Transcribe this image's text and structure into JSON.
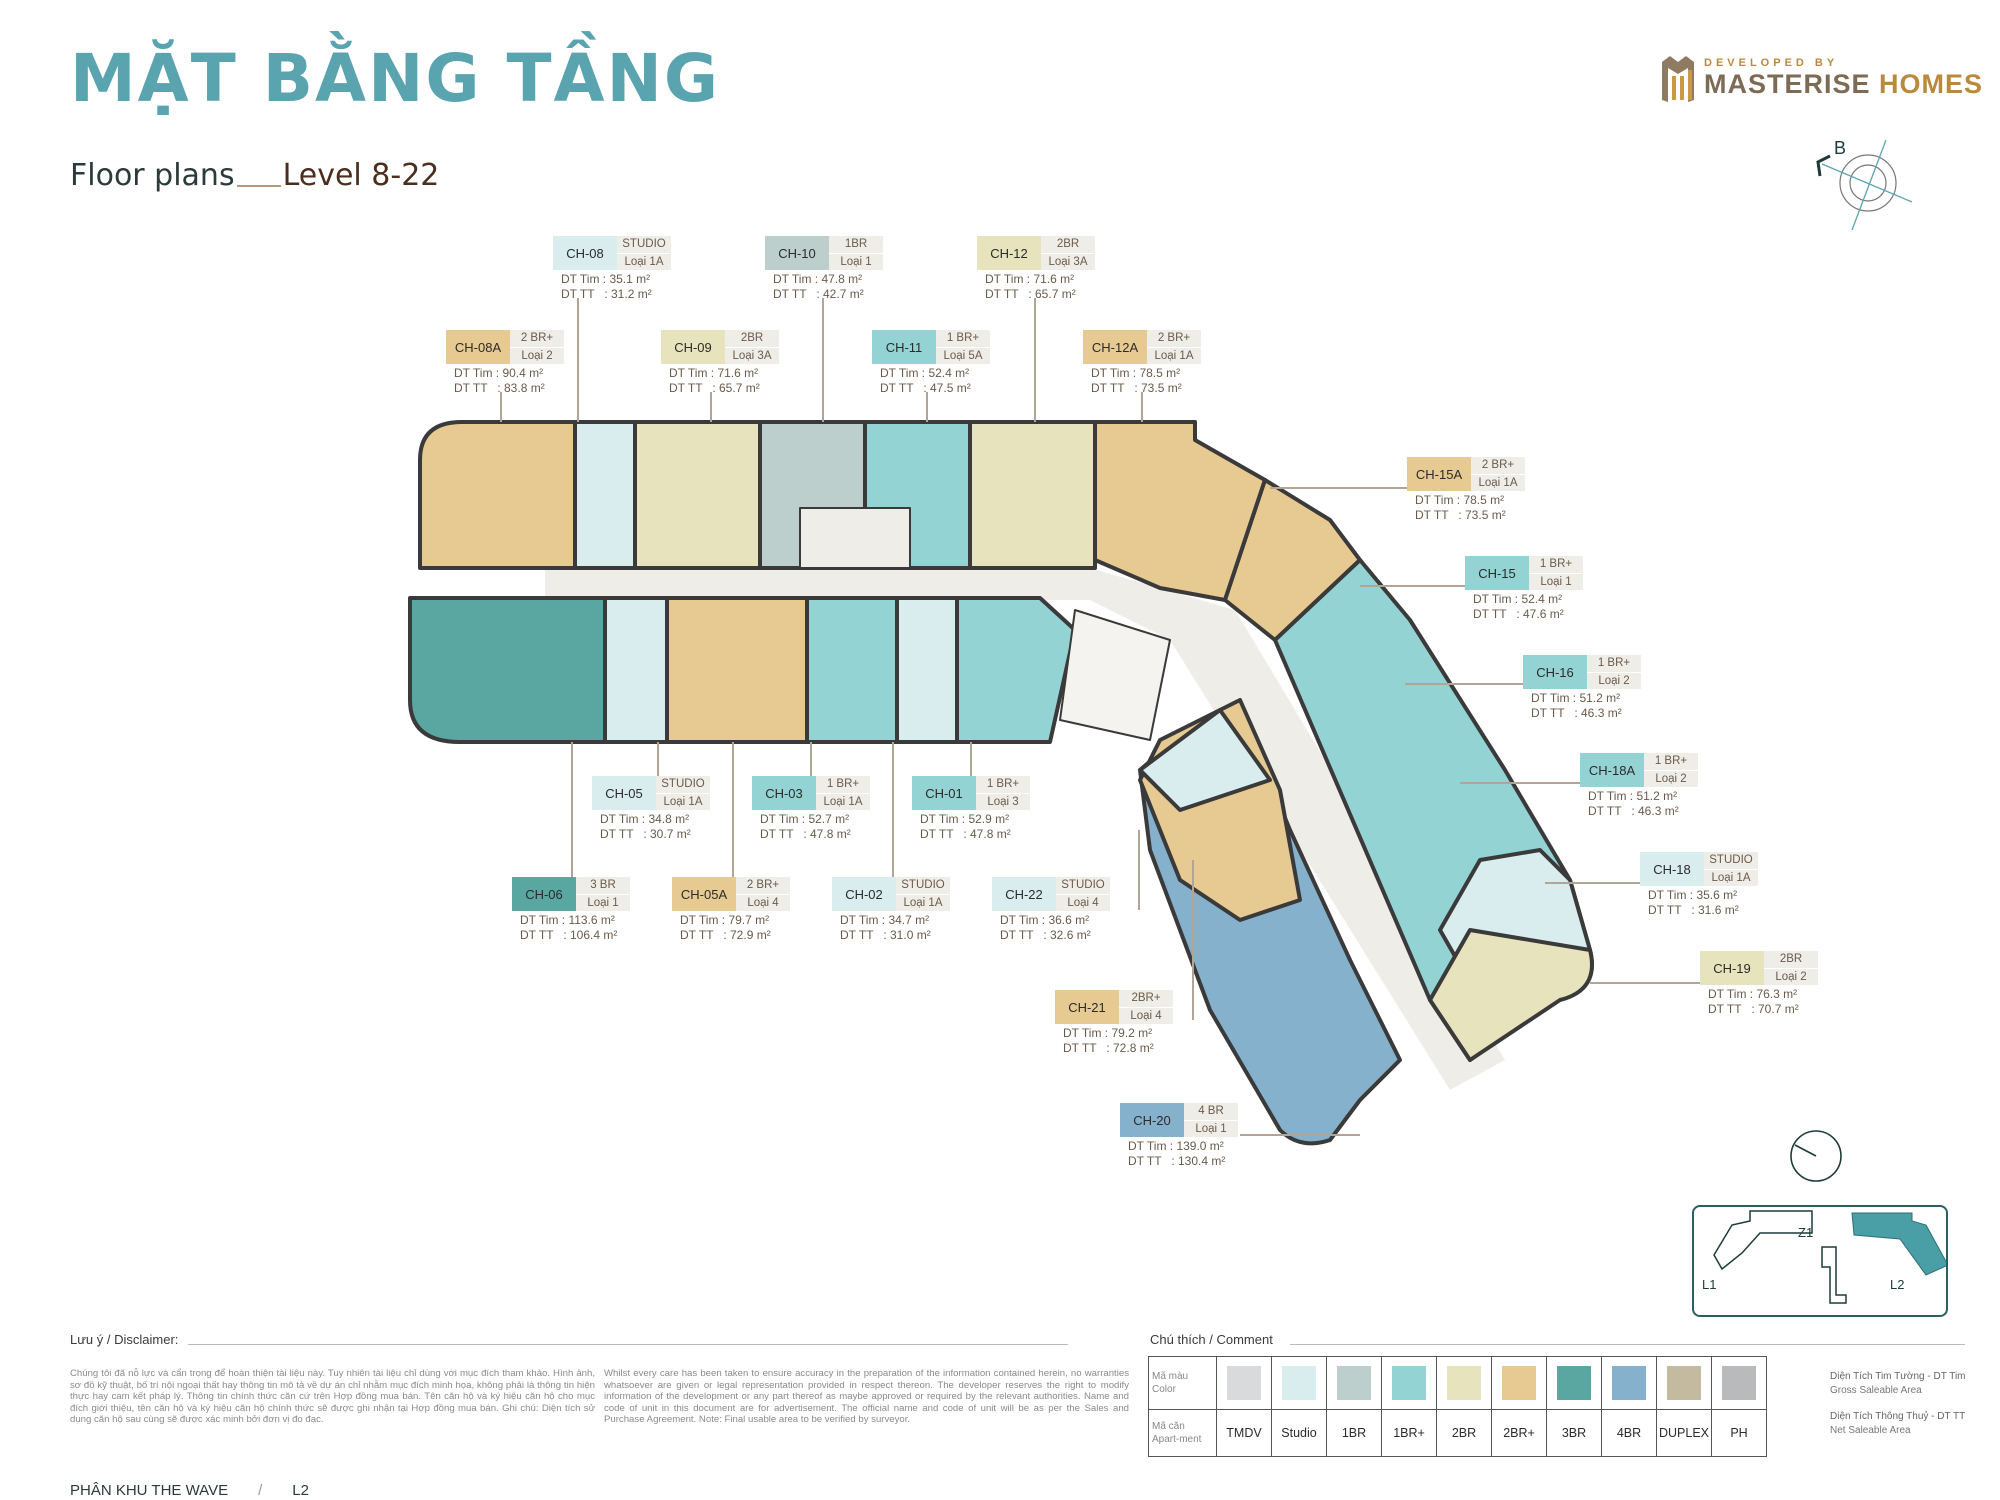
{
  "header": {
    "title": "MẶT BẰNG TẦNG",
    "subtitle_left": "Floor plans",
    "subtitle_right": "Level 8-22",
    "logo_small": "DEVELOPED BY",
    "logo_name_a": "MASTERISE",
    "logo_name_b": " HOMES",
    "compass_label": "B"
  },
  "colors": {
    "TMDV": "#d9dadb",
    "Studio": "#d9edee",
    "1BR": "#bccfcc",
    "1BR+": "#94d3d4",
    "2BR": "#e6e3bd",
    "2BR+": "#e7c992",
    "3BR": "#5aa6a0",
    "4BR": "#86b1cc",
    "DUPLEX": "#c4baa0",
    "PH": "#b9babc",
    "title": "#5aa4b0",
    "corridor": "#efede8"
  },
  "units": [
    {
      "code": "CH-08",
      "type": "STUDIO",
      "loai": "Loại 1A",
      "tim": "DT Tim : 35.1 m²",
      "tt": "DT TT   : 31.2 m²",
      "cat": "Studio"
    },
    {
      "code": "CH-10",
      "type": "1BR",
      "loai": "Loại 1",
      "tim": "DT Tim : 47.8 m²",
      "tt": "DT TT   : 42.7 m²",
      "cat": "1BR"
    },
    {
      "code": "CH-12",
      "type": "2BR",
      "loai": "Loại 3A",
      "tim": "DT Tim : 71.6 m²",
      "tt": "DT TT   : 65.7 m²",
      "cat": "2BR"
    },
    {
      "code": "CH-08A",
      "type": "2 BR+",
      "loai": "Loại 2",
      "tim": "DT Tim : 90.4 m²",
      "tt": "DT TT   : 83.8 m²",
      "cat": "2BR+"
    },
    {
      "code": "CH-09",
      "type": "2BR",
      "loai": "Loại 3A",
      "tim": "DT Tim : 71.6 m²",
      "tt": "DT TT   : 65.7 m²",
      "cat": "2BR"
    },
    {
      "code": "CH-11",
      "type": "1 BR+",
      "loai": "Loại 5A",
      "tim": "DT Tim : 52.4 m²",
      "tt": "DT TT   : 47.5 m²",
      "cat": "1BR+"
    },
    {
      "code": "CH-12A",
      "type": "2 BR+",
      "loai": "Loại 1A",
      "tim": "DT Tim : 78.5 m²",
      "tt": "DT TT   : 73.5 m²",
      "cat": "2BR+"
    },
    {
      "code": "CH-15A",
      "type": "2 BR+",
      "loai": "Loại 1A",
      "tim": "DT Tim : 78.5 m²",
      "tt": "DT TT   : 73.5 m²",
      "cat": "2BR+"
    },
    {
      "code": "CH-15",
      "type": "1 BR+",
      "loai": "Loại 1",
      "tim": "DT Tim : 52.4 m²",
      "tt": "DT TT   : 47.6 m²",
      "cat": "1BR+"
    },
    {
      "code": "CH-16",
      "type": "1 BR+",
      "loai": "Loại 2",
      "tim": "DT Tim : 51.2 m²",
      "tt": "DT TT   : 46.3 m²",
      "cat": "1BR+"
    },
    {
      "code": "CH-18A",
      "type": "1 BR+",
      "loai": "Loại 2",
      "tim": "DT Tim : 51.2 m²",
      "tt": "DT TT   : 46.3 m²",
      "cat": "1BR+"
    },
    {
      "code": "CH-18",
      "type": "STUDIO",
      "loai": "Loại 1A",
      "tim": "DT Tim : 35.6 m²",
      "tt": "DT TT   : 31.6 m²",
      "cat": "Studio"
    },
    {
      "code": "CH-19",
      "type": "2BR",
      "loai": "Loại 2",
      "tim": "DT Tim : 76.3 m²",
      "tt": "DT TT   : 70.7 m²",
      "cat": "2BR"
    },
    {
      "code": "CH-05",
      "type": "STUDIO",
      "loai": "Loại 1A",
      "tim": "DT Tim : 34.8 m²",
      "tt": "DT TT   : 30.7 m²",
      "cat": "Studio"
    },
    {
      "code": "CH-03",
      "type": "1 BR+",
      "loai": "Loại 1A",
      "tim": "DT Tim : 52.7 m²",
      "tt": "DT TT   : 47.8 m²",
      "cat": "1BR+"
    },
    {
      "code": "CH-01",
      "type": "1 BR+",
      "loai": "Loại 3",
      "tim": "DT Tim : 52.9 m²",
      "tt": "DT TT   : 47.8 m²",
      "cat": "1BR+"
    },
    {
      "code": "CH-06",
      "type": "3 BR",
      "loai": "Loại 1",
      "tim": "DT Tim : 113.6 m²",
      "tt": "DT TT   : 106.4 m²",
      "cat": "3BR"
    },
    {
      "code": "CH-05A",
      "type": "2 BR+",
      "loai": "Loại 4",
      "tim": "DT Tim : 79.7 m²",
      "tt": "DT TT   : 72.9 m²",
      "cat": "2BR+"
    },
    {
      "code": "CH-02",
      "type": "STUDIO",
      "loai": "Loại 1A",
      "tim": "DT Tim : 34.7 m²",
      "tt": "DT TT   : 31.0 m²",
      "cat": "Studio"
    },
    {
      "code": "CH-22",
      "type": "STUDIO",
      "loai": "Loại 4",
      "tim": "DT Tim : 36.6 m²",
      "tt": "DT TT   : 32.6 m²",
      "cat": "Studio"
    },
    {
      "code": "CH-21",
      "type": "2BR+",
      "loai": "Loại 4",
      "tim": "DT Tim : 79.2 m²",
      "tt": "DT TT   : 72.8 m²",
      "cat": "2BR+"
    },
    {
      "code": "CH-20",
      "type": "4 BR",
      "loai": "Loại 1",
      "tim": "DT Tim : 139.0 m²",
      "tt": "DT TT   : 130.4 m²",
      "cat": "4BR"
    }
  ],
  "disclaimer": {
    "heading": "Lưu ý / Disclaimer:",
    "vi": "Chúng tôi đã nỗ lực và cẩn trọng để hoàn thiện tài liệu này. Tuy nhiên tài liệu chỉ dùng với mục đích tham khảo. Hình ảnh, sơ đồ kỹ thuật, bố trí nội ngoại thất hay thông tin mô tả về dự án chỉ nhằm mục đích minh họa, không phải là thông tin hiện thực hay cam kết pháp lý. Thông tin chính thức căn cứ trên Hợp đồng mua bán. Tên căn hộ và ký hiệu căn hộ cho mục đích giới thiệu, tên căn hộ và ký hiệu căn hộ chính thức sẽ được ghi nhận tại Hợp đồng mua bán. Ghi chú: Diện tích sử dụng căn hộ sau cùng sẽ được xác minh bởi đơn vị đo đạc.",
    "en": "Whilst every care has been taken to ensure accuracy in the preparation of the information contained herein, no warranties whatsoever are given or legal representation provided in respect thereon. The developer reserves the right to modify information of the development or any part thereof as maybe approved or required by the relevant authorities. Name and code of unit in this document are for advertisement. The official name and code of unit will be as per the Sales and Purchase Agreement. Note: Final usable area to be verified by surveyor."
  },
  "footer": {
    "zone": "PHÂN KHU THE WAVE",
    "sep": "/",
    "block": "L2"
  },
  "legend": {
    "heading": "Chú thích / Comment",
    "row1_vi": "Mã màu",
    "row1_en": "Color",
    "row2_vi": "Mã căn",
    "row2_en": "Apart-ment",
    "items": [
      "TMDV",
      "Studio",
      "1BR",
      "1BR+",
      "2BR",
      "2BR+",
      "3BR",
      "4BR",
      "DUPLEX",
      "PH"
    ],
    "def1_vi": "Diện Tích Tim Tường - DT Tim",
    "def1_en": "Gross Saleable Area",
    "def2_vi": "Diện Tích Thông Thuỷ - DT TT",
    "def2_en": "Net Saleable Area"
  },
  "keymap": {
    "labels": [
      "L1",
      "Z1",
      "L2"
    ],
    "selected": "L2"
  }
}
